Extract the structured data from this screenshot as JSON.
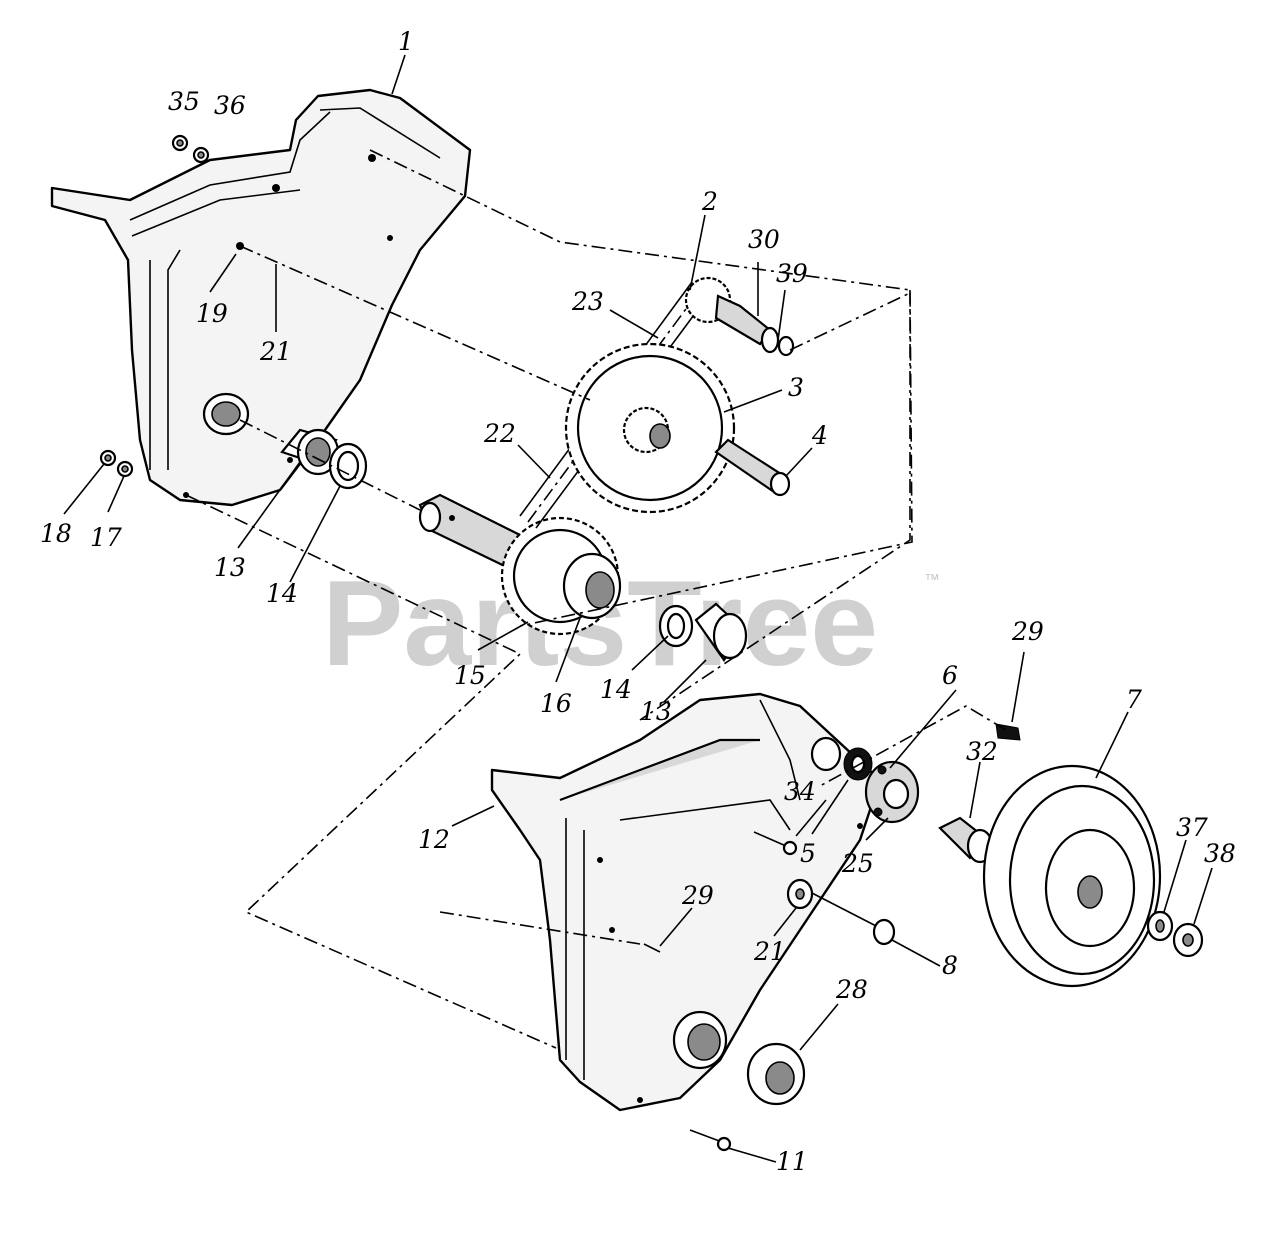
{
  "watermark": {
    "text": "PartsTree",
    "trademark": "™"
  },
  "labels": [
    {
      "id": "1",
      "text": "1"
    },
    {
      "id": "35",
      "text": "35"
    },
    {
      "id": "36",
      "text": "36"
    },
    {
      "id": "2",
      "text": "2"
    },
    {
      "id": "30",
      "text": "30"
    },
    {
      "id": "39",
      "text": "39"
    },
    {
      "id": "23",
      "text": "23"
    },
    {
      "id": "19",
      "text": "19"
    },
    {
      "id": "21a",
      "text": "21"
    },
    {
      "id": "3",
      "text": "3"
    },
    {
      "id": "22",
      "text": "22"
    },
    {
      "id": "4",
      "text": "4"
    },
    {
      "id": "18",
      "text": "18"
    },
    {
      "id": "17",
      "text": "17"
    },
    {
      "id": "13a",
      "text": "13"
    },
    {
      "id": "14a",
      "text": "14"
    },
    {
      "id": "15",
      "text": "15"
    },
    {
      "id": "16",
      "text": "16"
    },
    {
      "id": "14b",
      "text": "14"
    },
    {
      "id": "13b",
      "text": "13"
    },
    {
      "id": "29a",
      "text": "29"
    },
    {
      "id": "6",
      "text": "6"
    },
    {
      "id": "7",
      "text": "7"
    },
    {
      "id": "32",
      "text": "32"
    },
    {
      "id": "34",
      "text": "34"
    },
    {
      "id": "12",
      "text": "12"
    },
    {
      "id": "5",
      "text": "5"
    },
    {
      "id": "25",
      "text": "25"
    },
    {
      "id": "37",
      "text": "37"
    },
    {
      "id": "38",
      "text": "38"
    },
    {
      "id": "29b",
      "text": "29"
    },
    {
      "id": "21b",
      "text": "21"
    },
    {
      "id": "8",
      "text": "8"
    },
    {
      "id": "28",
      "text": "28"
    },
    {
      "id": "11",
      "text": "11"
    }
  ]
}
